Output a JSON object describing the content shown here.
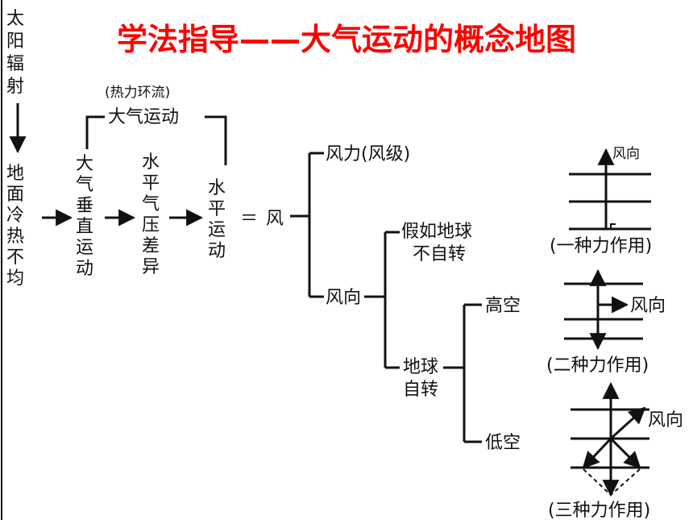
{
  "title": "学法指导——大气运动的概念地图",
  "nodes": {
    "solar_radiation": "太阳辐射",
    "uneven_heating": "地面冷热不均",
    "vertical_motion": "大气垂直运动",
    "pressure_diff": "水平气压差异",
    "horizontal_motion": "水平运动",
    "equals": "＝",
    "wind": "风",
    "thermal_circulation": "(热力环流)",
    "atmos_motion": "大气运动",
    "wind_force": "风力(风级)",
    "wind_direction": "风向",
    "no_rotation_l1": "假如地球",
    "no_rotation_l2": "不自转",
    "rotation_l1": "地球",
    "rotation_l2": "自转",
    "high_altitude": "高空",
    "low_altitude": "低空"
  },
  "force_diagrams": {
    "wind_dir_label": "风向",
    "one_force": "(一种力作用)",
    "two_force": "(二种力作用)",
    "three_force": "(三种力作用)"
  }
}
